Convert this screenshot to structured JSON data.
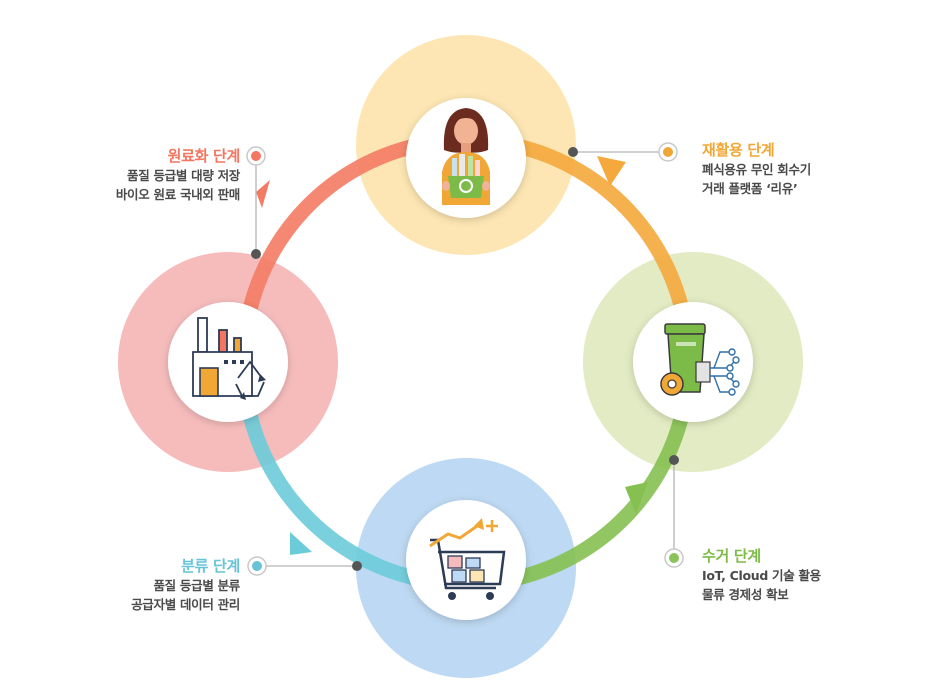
{
  "stages": [
    {
      "title": "재활용 단계",
      "lines": [
        "폐식용유 무인 회수기",
        "거래 플랫폼 ‘리유’"
      ],
      "color": "#f0a736"
    },
    {
      "title": "수거 단계",
      "lines": [
        "IoT, Cloud 기술 활용",
        "물류 경제성 확보"
      ],
      "color": "#7dbb48"
    },
    {
      "title": "분류 단계",
      "lines": [
        "품질 등급별 분류",
        "공급자별 데이터 관리"
      ],
      "color": "#66c4d6"
    },
    {
      "title": "원료화 단계",
      "lines": [
        "품질 등급별 대량 저장",
        "바이오 원료 국내외 판매"
      ],
      "color": "#f47660"
    }
  ],
  "icons": {
    "top": "woman-holding-recycling-box-icon",
    "right": "iot-collection-bin-icon",
    "bottom": "shopping-cart-growth-icon",
    "left": "recycling-factory-icon"
  },
  "colors": {
    "top_circle": "#fde6b3",
    "right_circle": "#e2ebc3",
    "bottom_circle": "#bed9f3",
    "left_circle": "#f6bcbc"
  }
}
